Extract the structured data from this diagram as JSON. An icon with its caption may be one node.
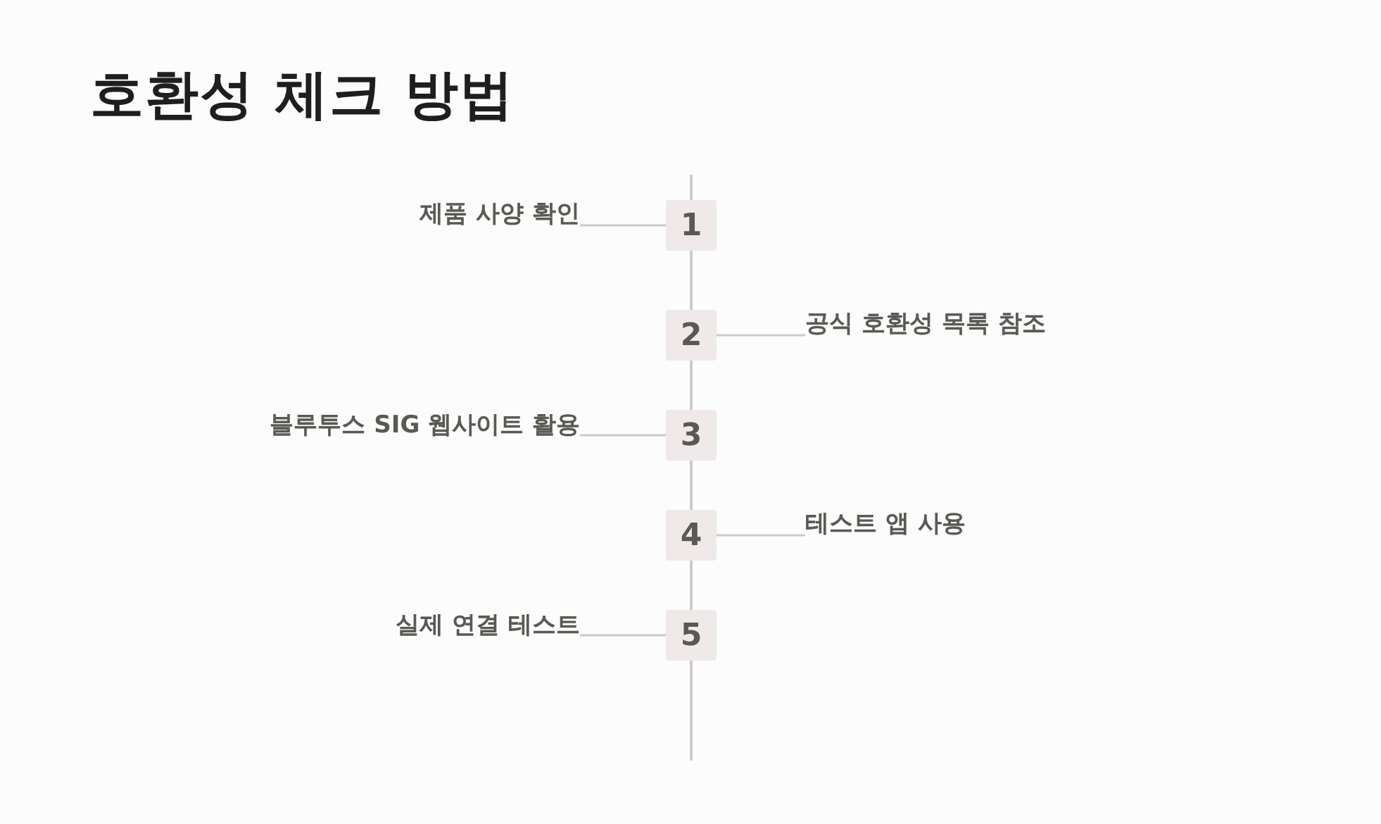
{
  "diagram": {
    "title": "호환성 체크 방법",
    "nodes": [
      {
        "text": [
          "제품 사양 확인"
        ]
      },
      {
        "text": [
          "1"
        ]
      },
      {
        "text": [
          "2"
        ]
      },
      {
        "text": [
          "공식 호환성 목록 참조"
        ]
      },
      {
        "text": [
          "블루투스 SIG 웹사이트 활용"
        ]
      },
      {
        "text": [
          "3"
        ]
      },
      {
        "text": [
          "4"
        ]
      },
      {
        "text": [
          "테스트 앱 사용"
        ]
      },
      {
        "text": [
          "실제 연결 테스트"
        ]
      },
      {
        "text": [
          "5"
        ]
      }
    ],
    "edges": [
      {
        "from": 0,
        "to": 1,
        "arrow": "none"
      },
      {
        "from": 3,
        "to": 2,
        "arrow": "none"
      },
      {
        "from": 4,
        "to": 5,
        "arrow": "none"
      },
      {
        "from": 7,
        "to": 6,
        "arrow": "none"
      },
      {
        "from": 8,
        "to": 9,
        "arrow": "none"
      }
    ]
  }
}
